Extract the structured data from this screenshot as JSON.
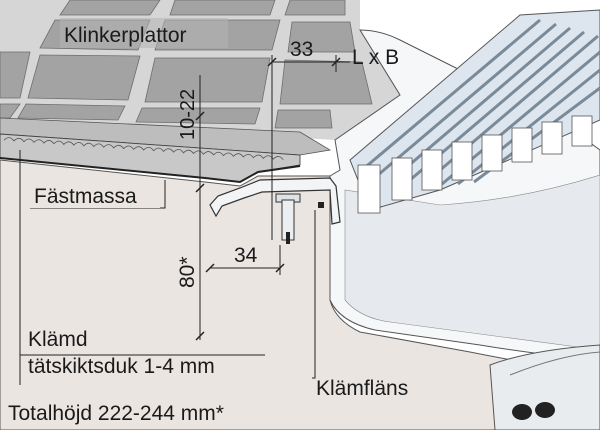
{
  "labels": {
    "tiles": "Klinkerplattor",
    "dim_33": "33",
    "dim_lxb": "L x B",
    "dim_10_22": "10-22",
    "mortar": "Fästmassa",
    "dim_34": "34",
    "dim_80": "80*",
    "membrane_line1": "Klämd",
    "membrane_line2": "tätskiktsduk 1-4 mm",
    "flange": "Klämfläns",
    "total_height": "Totalhöjd 222-244 mm*"
  },
  "colors": {
    "tile": "#9c9c9c",
    "grout": "#d2d2d2",
    "concrete": "#ebe5e1",
    "steel": "#f4f6f8",
    "outline": "#333333"
  }
}
